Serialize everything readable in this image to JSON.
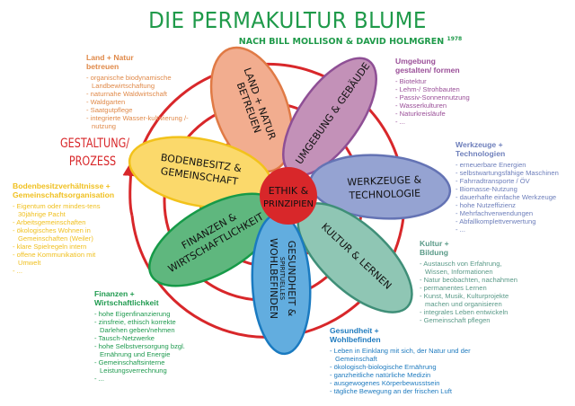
{
  "title": "DIE PERMAKULTUR BLUME",
  "subtitle": "NACH BILL MOLLISON & DAVID HOLMGREN",
  "subtitle_year": "1978",
  "process_label": [
    "GESTALTUNG/",
    "PROZESS"
  ],
  "center": {
    "lines": [
      "ETHIK &",
      "PRINZIPIEN"
    ],
    "color": "#d8272a"
  },
  "petals": {
    "land": {
      "lines": [
        "LAND + NATUR",
        "BETREUEN"
      ],
      "fill": "#f2ad8f",
      "stroke": "#e07a45"
    },
    "umgebung": {
      "lines": [
        "UMGEBUNG & GEBÄUDE"
      ],
      "fill": "#c391b8",
      "stroke": "#8e4f95"
    },
    "werkzeuge": {
      "lines": [
        "WERKZEUGE &",
        "TECHNOLOGIE"
      ],
      "fill": "#95a3d2",
      "stroke": "#6473b4"
    },
    "kultur": {
      "lines": [
        "KULTUR & LERNEN"
      ],
      "fill": "#8fc6b4",
      "stroke": "#3f8f78"
    },
    "gesundheit": {
      "lines": [
        "GESUNDHEIT &",
        "SPIRITUELLES",
        "WOHLBEFINDEN"
      ],
      "fill": "#62addf",
      "stroke": "#1a7ac0"
    },
    "finanzen": {
      "lines": [
        "FINANZEN &",
        "WIRTSCHAFTLICHKEIT"
      ],
      "fill": "#5fb77e",
      "stroke": "#169a48"
    },
    "boden": {
      "lines": [
        "BODENBESITZ &",
        "GEMEINSCHAFT"
      ],
      "fill": "#fbd96b",
      "stroke": "#f2c21b"
    }
  },
  "boxes": {
    "land": {
      "heading": [
        "Land + Natur",
        "betreuen"
      ],
      "color": "#e08a4a",
      "items": [
        "- organische biodynamische Landbewirtschaftung",
        "- naturnahe Waldwirtschaft",
        "- Waldgarten",
        "- Saatgutpflege",
        "- integrierte Wasser-kultivierung /-nutzung"
      ]
    },
    "umgebung": {
      "heading": [
        "Umgebung",
        "gestalten/ formen"
      ],
      "color": "#9a4f98",
      "items": [
        "- Biotektur",
        "- Lehm-/ Strohbauten",
        "- Passiv-Sonnennutzung",
        "- Wasserkulturen",
        "- Naturkreisläufe",
        "- ..."
      ]
    },
    "werkzeuge": {
      "heading": [
        "Werkzeuge +",
        "Technologien"
      ],
      "color": "#6e7fbb",
      "items": [
        "- erneuerbare Energien",
        "- selbstwartungsfähige Maschinen",
        "- Fahrradtransporte / ÖV",
        "- Biomasse-Nutzung",
        "- dauerhafte einfache Werkzeuge",
        "- hohe Nutzeffizienz",
        "- Mehrfachverwendungen",
        "- Abfallkomplettverwertung",
        "- ..."
      ]
    },
    "kultur": {
      "heading": [
        "Kultur +",
        "Bildung"
      ],
      "color": "#5a9a88",
      "items": [
        "- Austausch von Erfahrung, Wissen, Informationen",
        "- Natur beobachten, nachahmen",
        "- permanentes Lernen",
        "- Kunst, Musik, Kulturprojekte machen und organisieren",
        "- integrales Leben entwickeln",
        "- Gemeinschaft pflegen"
      ]
    },
    "gesundheit": {
      "heading": [
        "Gesundheit +",
        "Wohlbefinden"
      ],
      "color": "#1f7bbf",
      "items": [
        "- Leben in Einklang mit sich, der Natur und der Gemeinschaft",
        "- ökologisch-biologische Ernährung",
        "- ganzheitliche natürliche Medizin",
        "- ausgewogenes Körperbewusstsein",
        "- tägliche Bewegung an der frischen Luft"
      ]
    },
    "finanzen": {
      "heading": [
        "Finanzen +",
        "Wirtschaftlichkeit"
      ],
      "color": "#1f9a4f",
      "items": [
        "- hohe Eigenfinanzierung",
        "- zinsfreie, ethisch korrekte Darlehen geben/nehmen",
        "- Tausch-Netzwerke",
        "- hohe Selbstversorgung bzgl. Ernährung und Energie",
        "- Gemeinschaftsinterne Leistungsverrechnung",
        "- ..."
      ]
    },
    "boden": {
      "heading": [
        "Bodenbesitzverhältnisse +",
        "Gemeinschaftsorganisation"
      ],
      "color": "#f0c020",
      "items": [
        "- Eigentum oder mindes-tens 30jährige Pacht",
        "- Arbeitsgemeinschaften",
        "- ökologisches Wohnen in Gemeinschaften (Weiler)",
        "- klare Spielregeln intern",
        "- offene Kommunikation mit Umwelt",
        "- ..."
      ]
    }
  },
  "spiral_color": "#d8272a"
}
